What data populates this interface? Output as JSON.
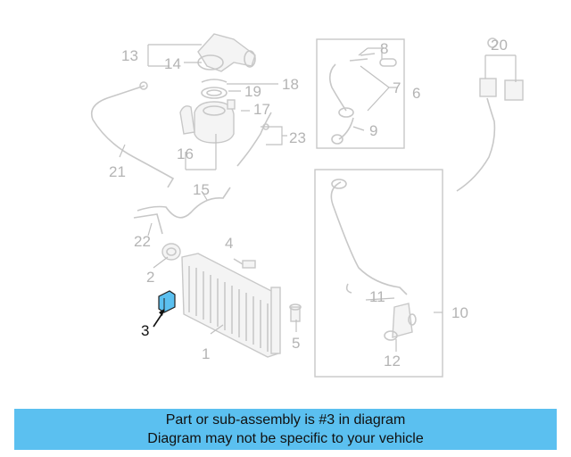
{
  "diagram": {
    "callouts": [
      "1",
      "2",
      "3",
      "4",
      "5",
      "6",
      "7",
      "8",
      "9",
      "10",
      "11",
      "12",
      "13",
      "14",
      "15",
      "16",
      "17",
      "18",
      "19",
      "20",
      "21",
      "22",
      "23"
    ],
    "highlighted": "3",
    "highlight_color": "#5bc0f0"
  },
  "caption": {
    "line1": "Part or sub-assembly is #3 in diagram",
    "line2": "Diagram may not be specific to your vehicle",
    "background": "#5bc0f0"
  }
}
